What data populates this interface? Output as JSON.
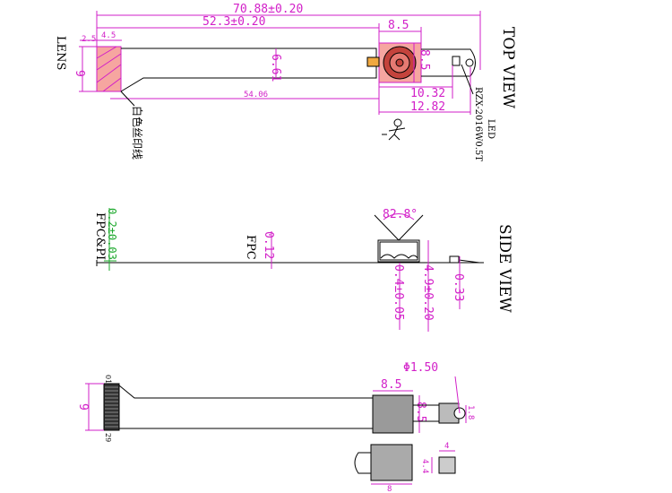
{
  "top_view": {
    "title": "TOP VIEW",
    "lens_label": "LENS",
    "overall_length": "70.88±0.20",
    "lens_offset": "52.3±0.20",
    "sensor_width": "8.5",
    "sensor_height": "8.5",
    "lens_height": "9",
    "fpc_width": "6.61",
    "fpc_length": "54.06",
    "lens_left": "2.5",
    "lens_right": "4.5",
    "led_offset_a": "10.32",
    "led_offset_b": "12.82",
    "led_label": "LED",
    "led_part": "RZX-2016W0.5T",
    "silk_note": "白色丝印线"
  },
  "side_view": {
    "title": "SIDE VIEW",
    "fpc_pi_label": "FPC&PI",
    "fpc_pi_thickness": "0.2±0.03",
    "fpc_label": "FPC",
    "fpc_thickness": "0.12",
    "fov": "82.8°",
    "lens_gap": "0.4±0.05",
    "module_height": "4.9±0.20",
    "led_height": "0.33"
  },
  "bottom_view": {
    "hole_diameter": "Φ1.50",
    "module_width": "8.5",
    "module_height": "8.5",
    "hole_offset": "1.8",
    "lens_height": "9",
    "pin_start": "01",
    "pin_end": "29",
    "detail_width": "8",
    "detail_small_w": "4",
    "detail_small_h": "4.4"
  }
}
